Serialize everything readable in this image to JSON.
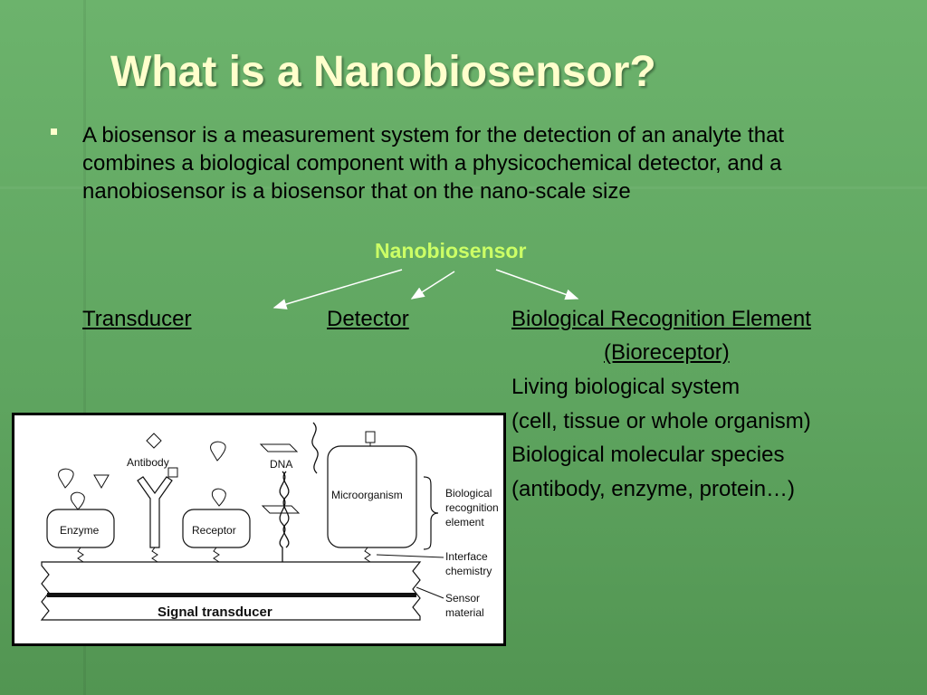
{
  "slide": {
    "title": "What is a Nanobiosensor?",
    "bullet": "A biosensor is a measurement system for the detection of an analyte that combines a biological component with a physicochemical detector, and a nanobiosensor is a biosensor that on the nano-scale size",
    "center_heading": "Nanobiosensor",
    "columns": {
      "transducer": "Transducer",
      "detector": "Detector",
      "bre": "Biological Recognition Element",
      "bre_sub": "(Bioreceptor)"
    },
    "details": [
      "Living biological system",
      "(cell, tissue or whole organism)",
      "Biological molecular species",
      "(antibody, enzyme, protein…)"
    ]
  },
  "diagram": {
    "labels": {
      "antibody": "Antibody",
      "dna": "DNA",
      "enzyme": "Enzyme",
      "receptor": "Receptor",
      "microorganism": "Microorganism",
      "bre_line1": "Biological",
      "bre_line2": "recognition",
      "bre_line3": "element",
      "interface_line1": "Interface",
      "interface_line2": "chemistry",
      "sensor_line1": "Sensor",
      "sensor_line2": "material",
      "signal_transducer": "Signal transducer"
    }
  }
}
